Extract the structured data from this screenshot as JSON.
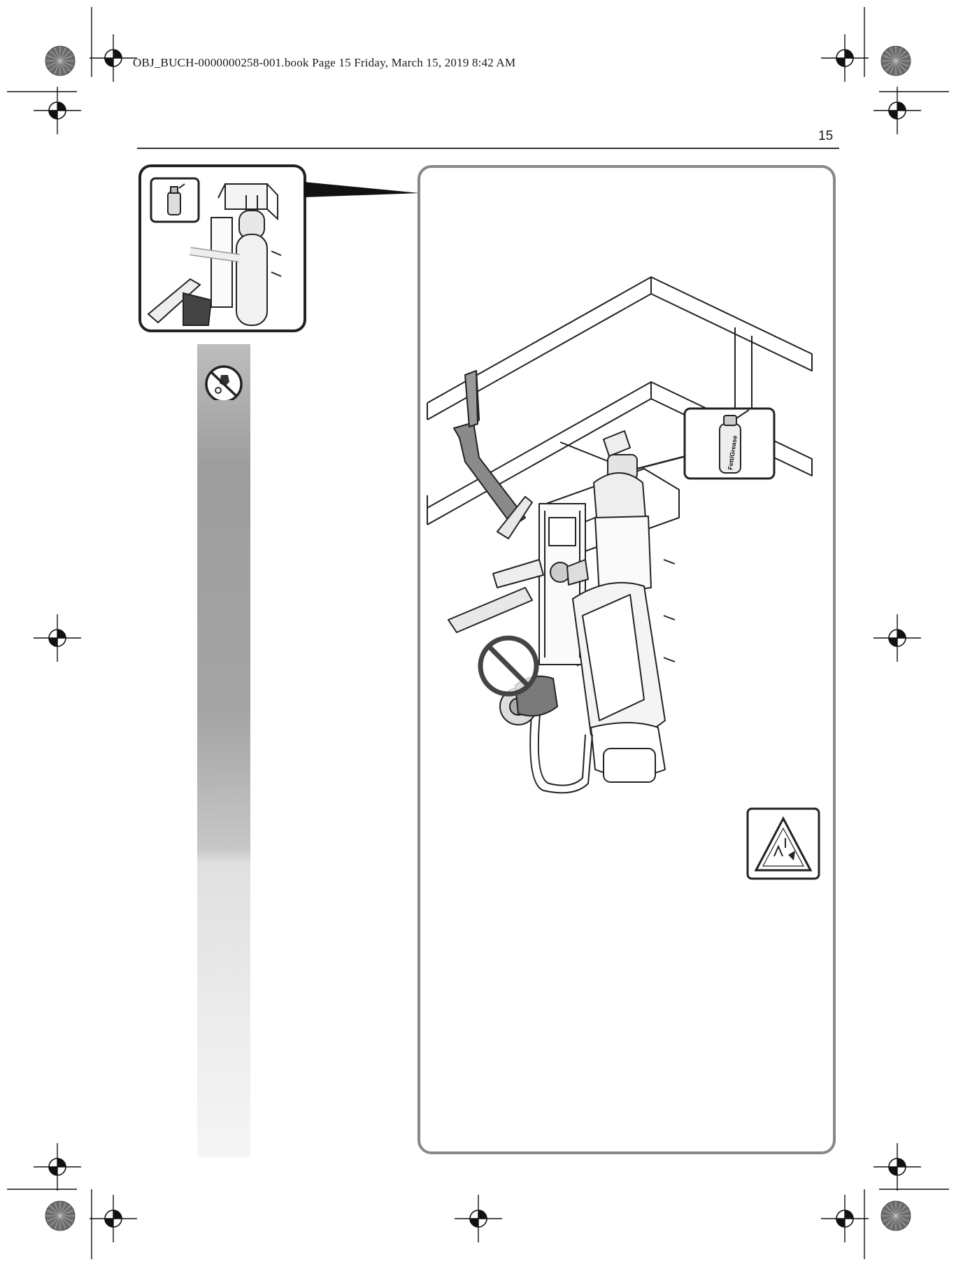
{
  "header": {
    "slug": "OBJ_BUCH-0000000258-001.book  Page 15  Friday, March 15, 2019  8:42 AM",
    "page_number": "15"
  },
  "callout": {
    "can_label": "Fett/Grease"
  },
  "icons": {
    "no_dust_symbol": "no-dust-extraction-icon",
    "warning_symbol": "falling-debris-warning-icon",
    "prohibited_symbol": "prohibited-icon",
    "grease_can": "grease-can-icon",
    "registration_marks": "crosshair-registration-icon",
    "color_bars": "color-wheel-icon"
  },
  "colors": {
    "side_bar_top": "#9d9d9d",
    "side_bar_bottom": "#f5f5f5",
    "panel_border": "#888888",
    "line_art": "#222222"
  }
}
